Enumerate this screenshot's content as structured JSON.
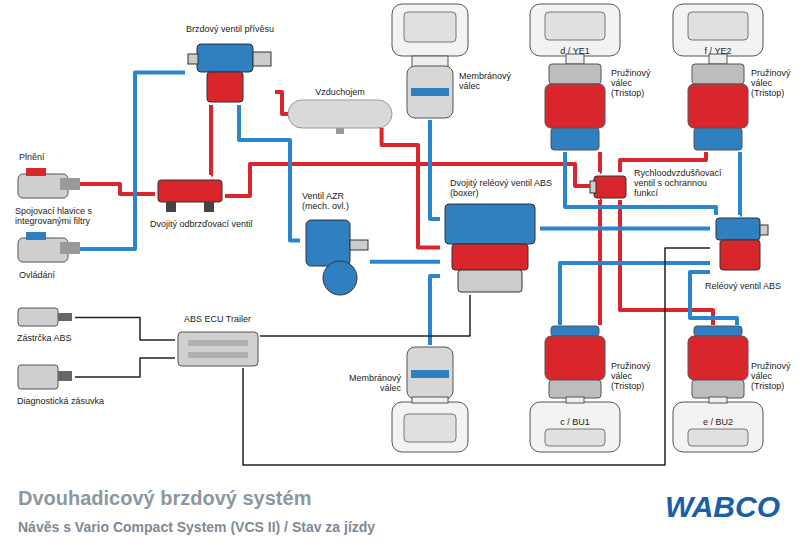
{
  "diagram": {
    "title": "Dvouhadicový brzdový systém",
    "nodes": [
      {
        "text": [
          "Brzdový ventil přívěsu"
        ]
      },
      {
        "text": [
          "Vzduchojem"
        ]
      },
      {
        "text": [
          "Membránový válec"
        ]
      },
      {
        "text": [
          "d / YE1",
          "Pružinový válec (Tristop)"
        ]
      },
      {
        "text": [
          "f / YE2",
          "Pružinový válec (Tristop)"
        ]
      },
      {
        "text": [
          "Plnění"
        ]
      },
      {
        "text": [
          "Ovládání"
        ]
      },
      {
        "text": [
          "Dvojitý odbrzďovací ventil"
        ]
      },
      {
        "text": [
          "Ventil AZR (mech. ovl.)"
        ]
      },
      {
        "text": [
          "Dvojitý reléový ventil ABS (boxer)"
        ]
      },
      {
        "text": [
          "Rychloodvzdušňovací ventil s ochrannou funkcí"
        ]
      },
      {
        "text": [
          "Reléový ventil ABS"
        ]
      },
      {
        "text": [
          "Zástrčka ABS"
        ]
      },
      {
        "text": [
          "ABS ECU Trailer"
        ]
      },
      {
        "text": [
          "Diagnostická zásuvka"
        ]
      },
      {
        "text": [
          "Membránový válec"
        ]
      },
      {
        "text": [
          "c / BU1",
          "Pružinový válec (Tristop)"
        ]
      },
      {
        "text": [
          "e / BU2",
          "Pružinový válec (Tristop)"
        ]
      }
    ],
    "edges": [
      {
        "from": 5,
        "to": 7,
        "arrow": "none"
      },
      {
        "from": 7,
        "to": 0,
        "arrow": "none"
      },
      {
        "from": 0,
        "to": 1,
        "arrow": "none"
      },
      {
        "from": 1,
        "to": 9,
        "arrow": "none"
      },
      {
        "from": 7,
        "to": 10,
        "arrow": "none"
      },
      {
        "from": 10,
        "to": 3,
        "arrow": "none"
      },
      {
        "from": 10,
        "to": 4,
        "arrow": "none"
      },
      {
        "from": 10,
        "to": 16,
        "arrow": "none"
      },
      {
        "from": 10,
        "to": 17,
        "arrow": "none"
      },
      {
        "from": 6,
        "to": 0,
        "arrow": "none"
      },
      {
        "from": 0,
        "to": 8,
        "arrow": "none"
      },
      {
        "from": 8,
        "to": 9,
        "arrow": "none"
      },
      {
        "from": 9,
        "to": 2,
        "arrow": "none"
      },
      {
        "from": 9,
        "to": 15,
        "arrow": "none"
      },
      {
        "from": 9,
        "to": 11,
        "arrow": "none"
      },
      {
        "from": 11,
        "to": 3,
        "arrow": "none"
      },
      {
        "from": 11,
        "to": 4,
        "arrow": "none"
      },
      {
        "from": 11,
        "to": 16,
        "arrow": "none"
      },
      {
        "from": 11,
        "to": 17,
        "arrow": "none"
      },
      {
        "from": 12,
        "to": 13,
        "arrow": "none"
      },
      {
        "from": 14,
        "to": 13,
        "arrow": "none"
      },
      {
        "from": 13,
        "to": 9,
        "arrow": "none"
      },
      {
        "from": 13,
        "to": 11,
        "arrow": "none"
      }
    ],
    "labels": [
      "Spojovací hlavice s integrovanými filtry",
      "Návěs s Vario Compact System (VCS II) / Stav za jízdy",
      "WABCO"
    ]
  }
}
